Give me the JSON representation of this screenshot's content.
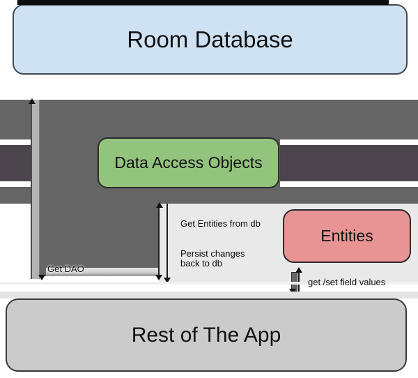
{
  "boxes": {
    "room_database": {
      "label": "Room Database",
      "fill": "#cfe2f3"
    },
    "data_access_objects": {
      "label": "Data Access Objects",
      "fill": "#93c47d"
    },
    "entities": {
      "label": "Entities",
      "fill": "#e99494"
    },
    "rest_of_the_app": {
      "label": "Rest of The App",
      "fill": "#cbcbcb"
    }
  },
  "arrow_labels": {
    "get_dao": "Get DAO",
    "get_entities_from_db": "Get Entities from db",
    "persist_changes_line1": "Persist changes",
    "persist_changes_line2": "back to db",
    "get_set_field_values": "get /set field values"
  },
  "colors": {
    "flow_arrow_gray": "#666566",
    "flow_arrow_dark_gray": "#4b444c",
    "connector_light_gray": "#b3b3b3",
    "panel_gray": "#e9e9e9"
  }
}
